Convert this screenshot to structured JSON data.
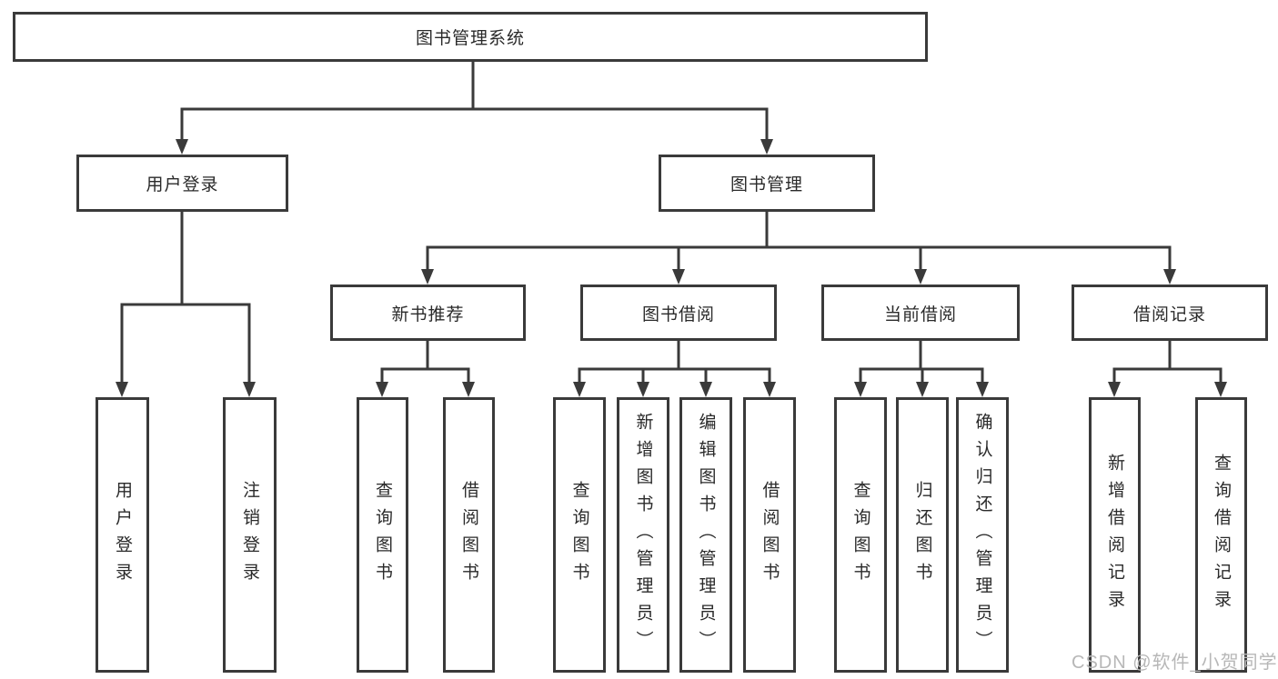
{
  "diagram_type": "hierarchy-tree",
  "tree": {
    "label": "图书管理系统",
    "children": [
      {
        "label": "用户登录",
        "children": [
          {
            "label": "用户登录"
          },
          {
            "label": "注销登录"
          }
        ]
      },
      {
        "label": "图书管理",
        "children": [
          {
            "label": "新书推荐",
            "children": [
              {
                "label": "查询图书"
              },
              {
                "label": "借阅图书"
              }
            ]
          },
          {
            "label": "图书借阅",
            "children": [
              {
                "label": "查询图书"
              },
              {
                "label": "新增图书（管理员）"
              },
              {
                "label": "编辑图书（管理员）"
              },
              {
                "label": "借阅图书"
              }
            ]
          },
          {
            "label": "当前借阅",
            "children": [
              {
                "label": "查询图书"
              },
              {
                "label": "归还图书"
              },
              {
                "label": "确认归还（管理员）"
              }
            ]
          },
          {
            "label": "借阅记录",
            "children": [
              {
                "label": "新增借阅记录"
              },
              {
                "label": "查询借阅记录"
              }
            ]
          }
        ]
      }
    ]
  },
  "watermark": {
    "text": "CSDN @软件_小贺同学"
  },
  "colors": {
    "background": "#ffffff",
    "box_fill": "#ffffff",
    "box_border": "#3a3a3a",
    "connector_line": "#3a3a3a",
    "text": "#2a2a2a",
    "watermark_text": "#b7b7b7"
  }
}
